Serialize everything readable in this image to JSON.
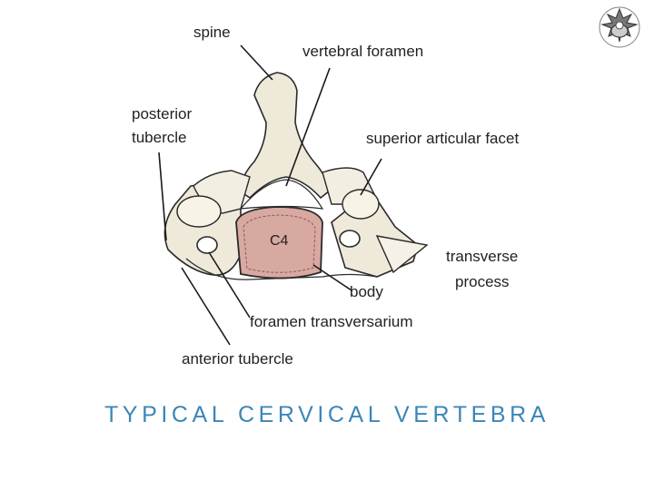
{
  "slide": {
    "title": "TYPICAL CERVICAL VERTEBRA"
  },
  "figure": {
    "vertebra_label": "C4",
    "labels": {
      "spine": "spine",
      "vertebral_foramen": "vertebral foramen",
      "posterior_tubercle_line1": "posterior",
      "posterior_tubercle_line2": "tubercle",
      "superior_articular_facet": "superior articular facet",
      "transverse_process_line1": "transverse",
      "transverse_process_line2": "process",
      "body": "body",
      "foramen_transversarium": "foramen transversarium",
      "anterior_tubercle": "anterior tubercle"
    }
  },
  "logo": {
    "icon": "vertebra-logo-icon"
  },
  "colors": {
    "title": "#3b86b8",
    "bone_fill": "#efe9da",
    "bone_outline": "#2a2a2a",
    "body_fill": "#d8a9a1"
  }
}
